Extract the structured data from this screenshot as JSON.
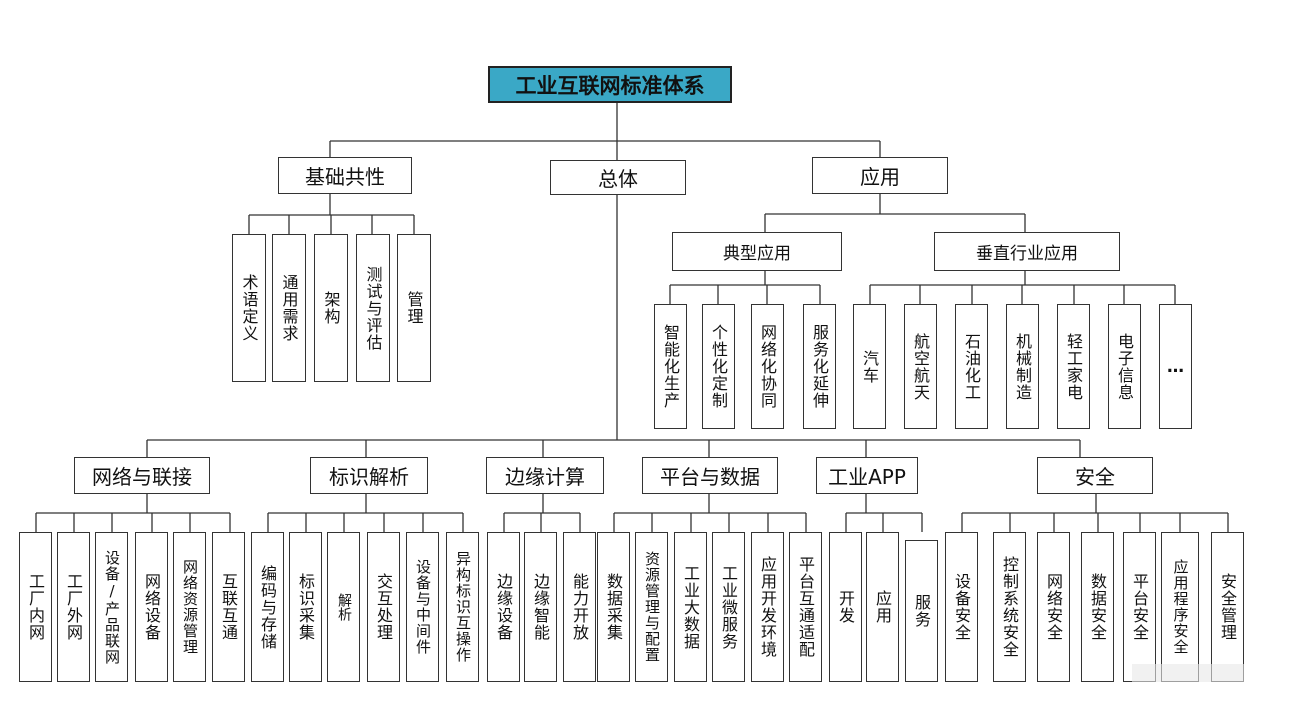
{
  "root": "工业互联网标准体系",
  "top": {
    "basic": {
      "label": "基础共性",
      "items": [
        "术语定义",
        "通用需求",
        "架构",
        "测试与评估",
        "管理"
      ]
    },
    "general": {
      "label": "总体"
    },
    "application": {
      "label": "应用",
      "typical": {
        "label": "典型应用",
        "items": [
          "智能化生产",
          "个性化定制",
          "网络化协同",
          "服务化延伸"
        ]
      },
      "vertical": {
        "label": "垂直行业应用",
        "items": [
          "汽车",
          "航空航天",
          "石油化工",
          "机械制造",
          "轻工家电",
          "电子信息",
          "…"
        ]
      }
    }
  },
  "general_children": [
    {
      "label": "网络与联接",
      "items": [
        "工厂内网",
        "工厂外网",
        "设备/产品联网",
        "网络设备",
        "网络资源管理",
        "互联互通"
      ]
    },
    {
      "label": "标识解析",
      "items": [
        "编码与存储",
        "标识采集",
        "解析",
        "交互处理",
        "设备与中间件",
        "异构标识互操作"
      ]
    },
    {
      "label": "边缘计算",
      "items": [
        "边缘设备",
        "边缘智能",
        "能力开放"
      ]
    },
    {
      "label": "平台与数据",
      "items": [
        "数据采集",
        "资源管理与配置",
        "工业大数据",
        "工业微服务",
        "应用开发环境",
        "平台互通适配"
      ]
    },
    {
      "label": "工业APP",
      "items": [
        "开发",
        "应用",
        "服务"
      ]
    },
    {
      "label": "安全",
      "items": [
        "设备安全",
        "控制系统安全",
        "网络安全",
        "数据安全",
        "平台安全",
        "应用程序安全",
        "安全管理"
      ]
    }
  ]
}
